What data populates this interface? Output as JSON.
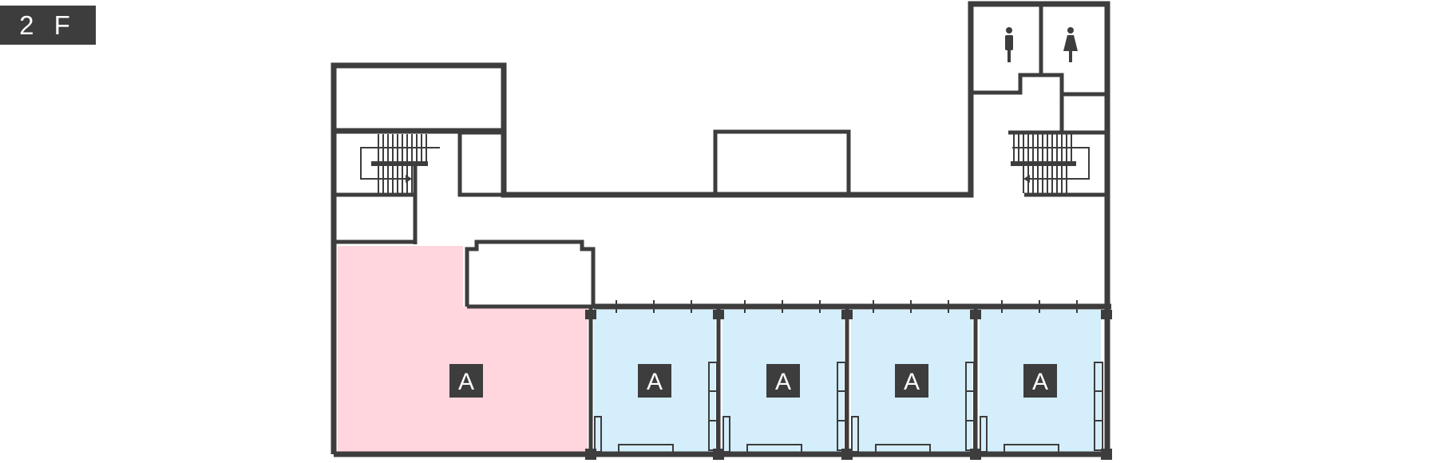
{
  "floor": {
    "label": "2 F"
  },
  "legend_colors": {
    "wall": "#3d3d3d",
    "unit_pink": "#ffd5de",
    "unit_blue": "#d4eefb",
    "label_bg": "#3d3d3d",
    "label_text": "#ffffff"
  },
  "units": [
    {
      "id": "unit-1",
      "label": "A",
      "color": "#ffd5de"
    },
    {
      "id": "unit-2",
      "label": "A",
      "color": "#d4eefb"
    },
    {
      "id": "unit-3",
      "label": "A",
      "color": "#d4eefb"
    },
    {
      "id": "unit-4",
      "label": "A",
      "color": "#d4eefb"
    },
    {
      "id": "unit-5",
      "label": "A",
      "color": "#d4eefb"
    }
  ],
  "icons": {
    "restroom_men": "male-restroom-icon",
    "restroom_women": "female-restroom-icon",
    "stairs": "stairs-icon"
  }
}
